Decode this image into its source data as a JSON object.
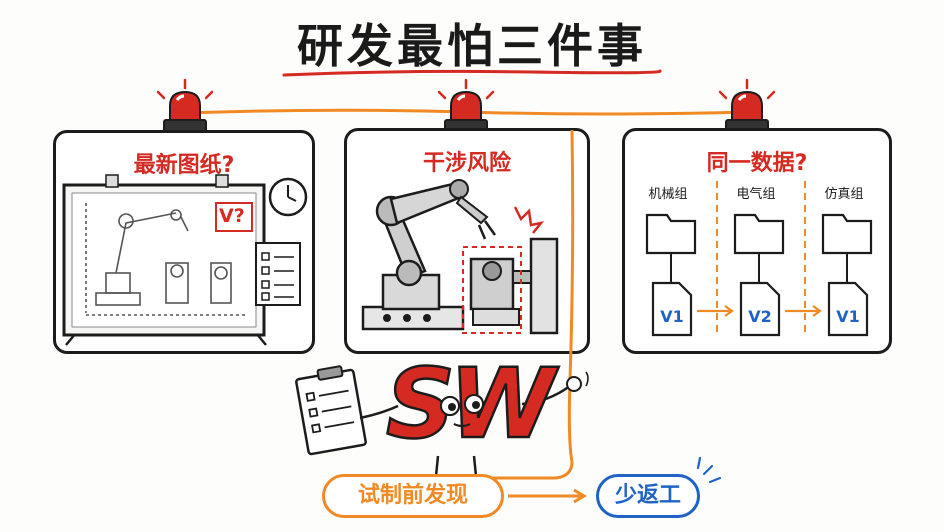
{
  "title": "研发最怕三件事",
  "panels": [
    {
      "title": "最新图纸?",
      "badge": "V?"
    },
    {
      "title": "干涉风险"
    },
    {
      "title": "同一数据?",
      "departments": [
        "机械组",
        "电气组",
        "仿真组"
      ],
      "versions": [
        "V1",
        "V2",
        "V1"
      ]
    }
  ],
  "mascot": {
    "logo": "SW"
  },
  "flow": {
    "left_label": "试制前发现",
    "right_label": "少返工"
  },
  "colors": {
    "red": "#d42a22",
    "orange": "#f08a24",
    "blue": "#1f63c6",
    "ink": "#1c1c1c"
  }
}
